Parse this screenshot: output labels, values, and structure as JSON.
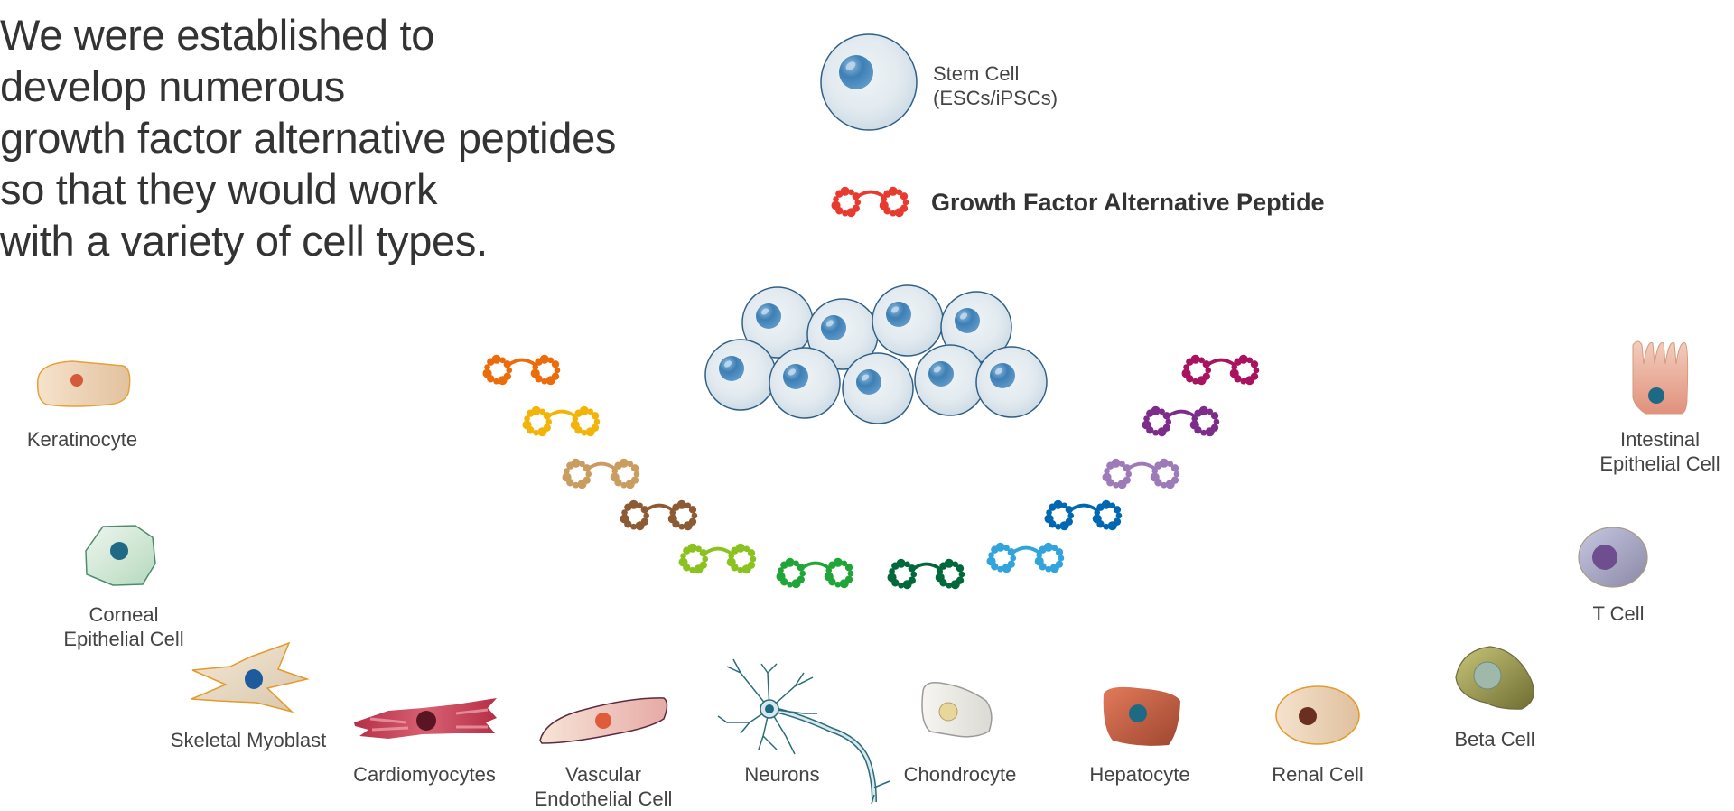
{
  "headline": {
    "lines": [
      "We were established to",
      "develop numerous",
      "growth factor alternative peptides",
      "so that they would work",
      "with a variety of cell types."
    ]
  },
  "legend": {
    "stem_cell": {
      "label_line1": "Stem Cell",
      "label_line2": "(ESCs/iPSCs)",
      "icon": "stem-cell-icon"
    },
    "peptide": {
      "label": "Growth Factor Alternative Peptide",
      "icon": "peptide-icon",
      "color": "#e83a2f"
    }
  },
  "peptide_colors": [
    "#ec6c0a",
    "#f3b40a",
    "#c99d5f",
    "#8c5a33",
    "#8cc21f",
    "#22a538",
    "#00683a",
    "#32a4dc",
    "#0068b2",
    "#9d7bb8",
    "#7e2c8c",
    "#a8125e"
  ],
  "stem_cell_cluster": {
    "count": 9,
    "fill": "#dbe5ec",
    "stroke": "#2e5f86",
    "nucleus": "#3c7fb4"
  },
  "cell_types": {
    "keratinocyte": {
      "label": "Keratinocyte"
    },
    "corneal": {
      "line1": "Corneal",
      "line2": "Epithelial Cell"
    },
    "skeletal": {
      "label": "Skeletal Myoblast"
    },
    "cardio": {
      "label": "Cardiomyocytes"
    },
    "vascular": {
      "line1": "Vascular",
      "line2": "Endothelial Cell"
    },
    "neurons": {
      "label": "Neurons"
    },
    "chondrocyte": {
      "label": "Chondrocyte"
    },
    "hepatocyte": {
      "label": "Hepatocyte"
    },
    "renal": {
      "label": "Renal Cell"
    },
    "beta": {
      "label": "Beta Cell"
    },
    "tcell": {
      "label": "T Cell"
    },
    "intestinal": {
      "line1": "Intestinal",
      "line2": "Epithelial Cell"
    }
  }
}
